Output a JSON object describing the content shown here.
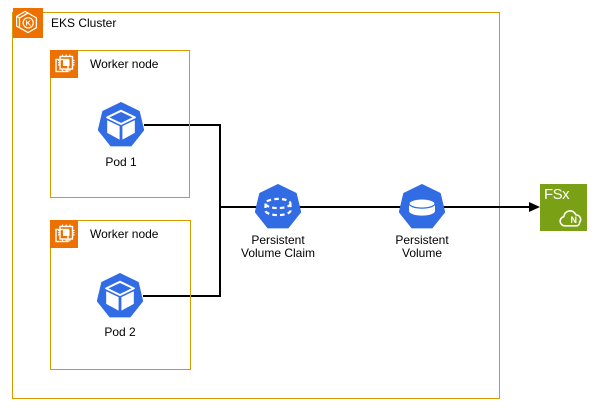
{
  "colors": {
    "container_border_orange": "#D79B00",
    "aws_icon_orange": "#ED7100",
    "kubernetes_blue": "#326CE5",
    "fsx_green": "#7AA116",
    "connector_black": "#000000",
    "background": "#FFFFFF",
    "text": "#000000"
  },
  "diagram": {
    "cluster": {
      "label": "EKS Cluster",
      "icon": "eks-cluster-icon",
      "icon_letter": "K"
    },
    "worker_nodes": [
      {
        "label": "Worker node",
        "icon": "ec2-instance-icon",
        "pod": {
          "label": "Pod 1",
          "icon": "kubernetes-pod-icon"
        }
      },
      {
        "label": "Worker node",
        "icon": "ec2-instance-icon",
        "pod": {
          "label": "Pod 2",
          "icon": "kubernetes-pod-icon"
        }
      }
    ],
    "pvc": {
      "label_line1": "Persistent",
      "label_line2": "Volume Claim",
      "icon": "kubernetes-persistent-volume-claim-icon"
    },
    "pv": {
      "label_line1": "Persistent",
      "label_line2": "Volume",
      "icon": "kubernetes-persistent-volume-icon"
    },
    "fsx": {
      "label": "FSx",
      "badge": "N",
      "icon": "amazon-fsx-for-netapp-ontap-icon"
    }
  }
}
